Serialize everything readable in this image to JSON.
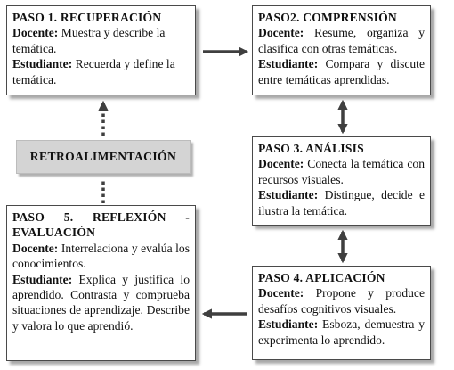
{
  "steps": [
    {
      "title": "PASO 1. RECUPERACIÓN",
      "docente_label": "Docente:",
      "docente_text": " Muestra y describe la temática.",
      "estudiante_label": "Estudiante:",
      "estudiante_text": " Recuerda y define la temática."
    },
    {
      "title": "PASO2. COMPRENSIÓN",
      "docente_label": "Docente:",
      "docente_text": " Resume, organiza y clasifica con otras temáticas.",
      "estudiante_label": "Estudiante:",
      "estudiante_text": " Compara y discute entre temáticas aprendidas."
    },
    {
      "title": "PASO 3. ANÁLISIS",
      "docente_label": "Docente:",
      "docente_text": " Conecta la temática con recursos visuales.",
      "estudiante_label": "Estudiante:",
      "estudiante_text": " Distingue, decide e ilustra la temática."
    },
    {
      "title": "PASO 4. APLICACIÓN",
      "docente_label": "Docente:",
      "docente_text": " Propone y produce desafíos cognitivos visuales.",
      "estudiante_label": "Estudiante:",
      "estudiante_text": " Esboza, demuestra y experimenta lo aprendido."
    },
    {
      "title": "PASO 5. REFLEXIÓN - EVALUACIÓN",
      "docente_label": "Docente:",
      "docente_text": " Interrelaciona y evalúa los conocimientos.",
      "estudiante_label": "Estudiante:",
      "estudiante_text": " Explica y justifica lo aprendido. Contrasta y comprueba situaciones de aprendizaje. Describe y valora lo que aprendió."
    }
  ],
  "feedback": {
    "label": "RETROALIMENTACIÓN"
  },
  "colors": {
    "arrow": "#3f3f3f",
    "box_border": "#4a4a4a",
    "shadow": "#a8a8a8",
    "feedback_fill": "#d4d4d4"
  }
}
